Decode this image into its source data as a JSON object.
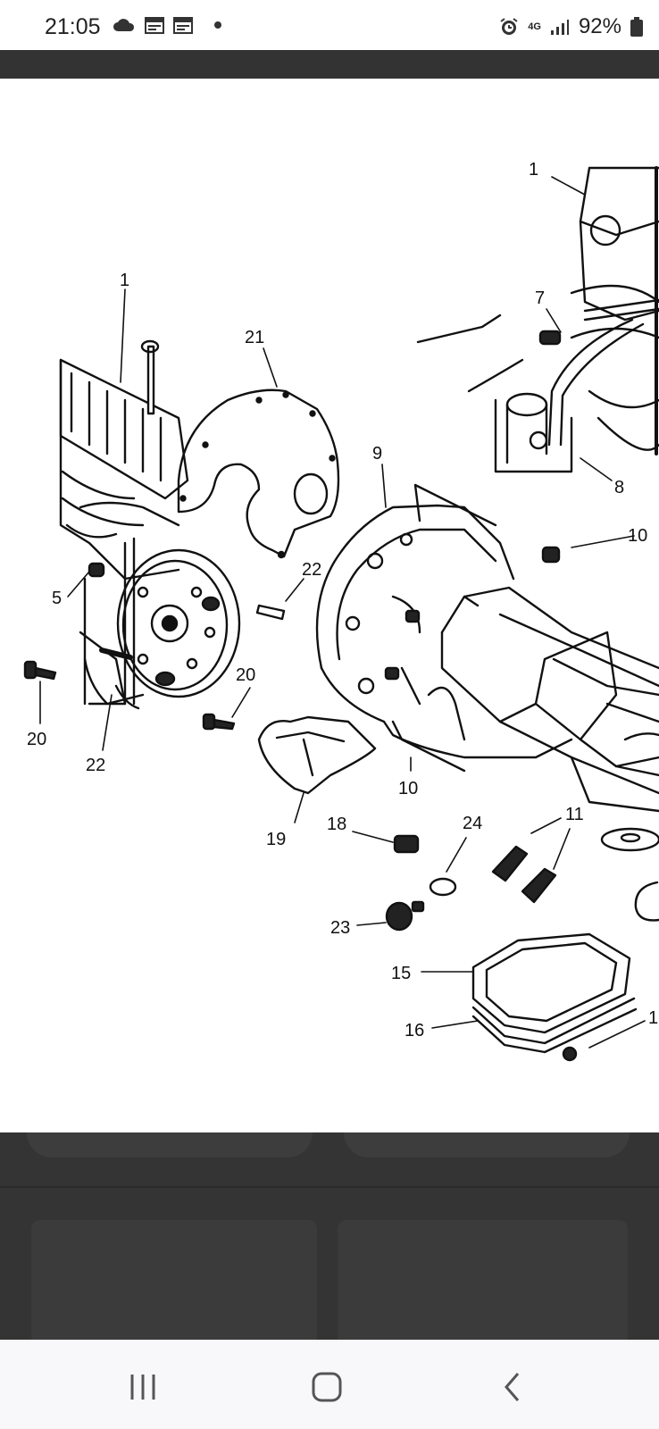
{
  "status_bar": {
    "time": "21:05",
    "left_icons": [
      "cloud-icon",
      "calendar-icon",
      "calendar-icon",
      "dot-icon"
    ],
    "network": "4G",
    "battery": "92%"
  },
  "diagram": {
    "labels": {
      "l1a": "1",
      "l1b": "1",
      "l21": "21",
      "l7": "7",
      "l9": "9",
      "l8": "8",
      "l10a": "10",
      "l10b": "10",
      "l22a": "22",
      "l22b": "22",
      "l5": "5",
      "l20a": "20",
      "l20b": "20",
      "l19": "19",
      "l18": "18",
      "l24": "24",
      "l11": "11",
      "l23": "23",
      "l15": "15",
      "l16": "16",
      "l17": "1"
    }
  },
  "nav": {
    "recents": "recents-icon",
    "home": "home-icon",
    "back": "back-icon"
  }
}
